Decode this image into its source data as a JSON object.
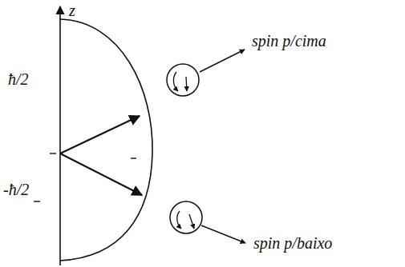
{
  "diagram": {
    "labels": [
      "z",
      "ħ/2",
      "-ħ/2",
      "spin p/cima",
      "spin p/baixo"
    ]
  }
}
